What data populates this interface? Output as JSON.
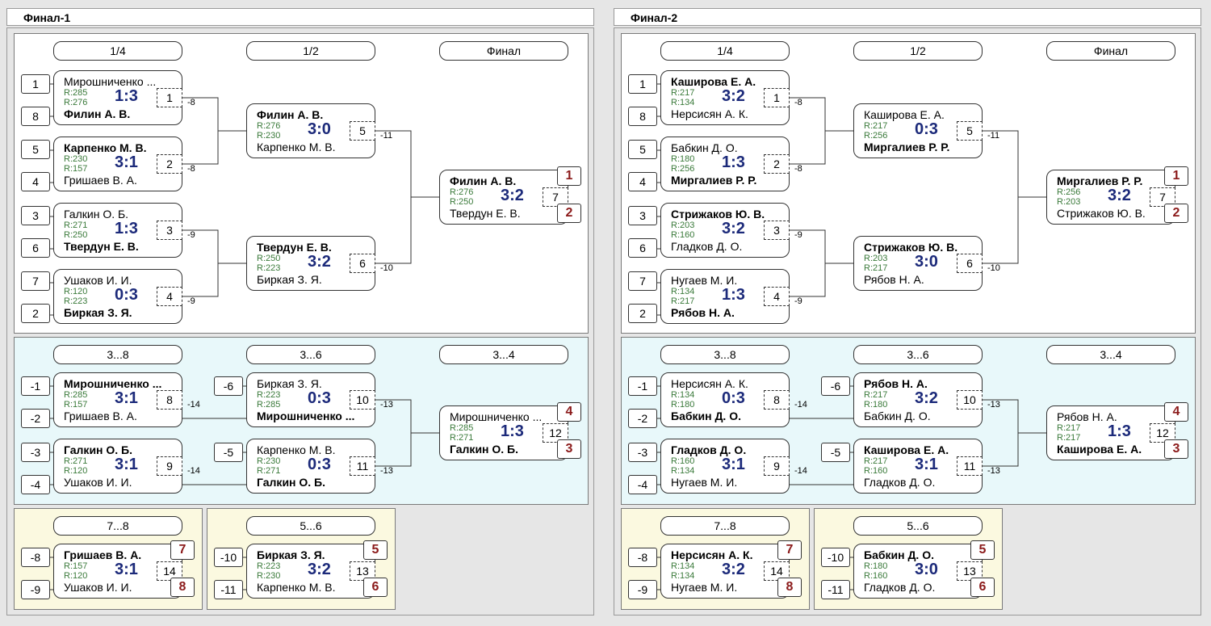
{
  "panels": [
    {
      "title": "Финал-1",
      "main": {
        "headers": [
          "1/4",
          "1/2",
          "Финал"
        ],
        "seeds": [
          "1",
          "8",
          "5",
          "4",
          "3",
          "6",
          "7",
          "2"
        ],
        "qf": [
          {
            "p1": "Мирошниченко ...",
            "p2": "Филин А. В.",
            "r1": "R:285",
            "r2": "R:276",
            "score": "1:3",
            "num": "1",
            "lbl": "-8",
            "win": 2
          },
          {
            "p1": "Карпенко М. В.",
            "p2": "Гришаев В. А.",
            "r1": "R:230",
            "r2": "R:157",
            "score": "3:1",
            "num": "2",
            "lbl": "-8",
            "win": 1
          },
          {
            "p1": "Галкин О. Б.",
            "p2": "Твердун Е. В.",
            "r1": "R:271",
            "r2": "R:250",
            "score": "1:3",
            "num": "3",
            "lbl": "-9",
            "win": 2
          },
          {
            "p1": "Ушаков И. И.",
            "p2": "Биркая З. Я.",
            "r1": "R:120",
            "r2": "R:223",
            "score": "0:3",
            "num": "4",
            "lbl": "-9",
            "win": 2
          }
        ],
        "sf": [
          {
            "p1": "Филин А. В.",
            "p2": "Карпенко М. В.",
            "r1": "R:276",
            "r2": "R:230",
            "score": "3:0",
            "num": "5",
            "lbl": "-11",
            "win": 1
          },
          {
            "p1": "Твердун Е. В.",
            "p2": "Биркая З. Я.",
            "r1": "R:250",
            "r2": "R:223",
            "score": "3:2",
            "num": "6",
            "lbl": "-10",
            "win": 1
          }
        ],
        "final": {
          "p1": "Филин А. В.",
          "p2": "Твердун Е. В.",
          "r1": "R:276",
          "r2": "R:250",
          "score": "3:2",
          "num": "7",
          "win": 1,
          "place1": "1",
          "place2": "2"
        }
      },
      "cons": {
        "headers": [
          "3...8",
          "3...6",
          "3...4"
        ],
        "seeds": [
          "-1",
          "-2",
          "-3",
          "-4"
        ],
        "seeds2": [
          "-6",
          "-5"
        ],
        "r1": [
          {
            "p1": "Мирошниченко ...",
            "p2": "Гришаев В. А.",
            "r1": "R:285",
            "r2": "R:157",
            "score": "3:1",
            "num": "8",
            "lbl": "-14",
            "win": 1
          },
          {
            "p1": "Галкин О. Б.",
            "p2": "Ушаков И. И.",
            "r1": "R:271",
            "r2": "R:120",
            "score": "3:1",
            "num": "9",
            "lbl": "-14",
            "win": 1
          }
        ],
        "r2": [
          {
            "p1": "Биркая З. Я.",
            "p2": "Мирошниченко ...",
            "r1": "R:223",
            "r2": "R:285",
            "score": "0:3",
            "num": "10",
            "lbl": "-13",
            "win": 2
          },
          {
            "p1": "Карпенко М. В.",
            "p2": "Галкин О. Б.",
            "r1": "R:230",
            "r2": "R:271",
            "score": "0:3",
            "num": "11",
            "lbl": "-13",
            "win": 2
          }
        ],
        "final": {
          "p1": "Мирошниченко ...",
          "p2": "Галкин О. Б.",
          "r1": "R:285",
          "r2": "R:271",
          "score": "1:3",
          "num": "12",
          "win": 2,
          "place1": "4",
          "place2": "3"
        }
      },
      "m78": {
        "header": "7...8",
        "seed1": "-8",
        "seed2": "-9",
        "p1": "Гришаев В. А.",
        "p2": "Ушаков И. И.",
        "r1": "R:157",
        "r2": "R:120",
        "score": "3:1",
        "num": "14",
        "win": 1,
        "place1": "7",
        "place2": "8"
      },
      "m56": {
        "header": "5...6",
        "seed1": "-10",
        "seed2": "-11",
        "p1": "Биркая З. Я.",
        "p2": "Карпенко М. В.",
        "r1": "R:223",
        "r2": "R:230",
        "score": "3:2",
        "num": "13",
        "win": 1,
        "place1": "5",
        "place2": "6"
      }
    },
    {
      "title": "Финал-2",
      "main": {
        "headers": [
          "1/4",
          "1/2",
          "Финал"
        ],
        "seeds": [
          "1",
          "8",
          "5",
          "4",
          "3",
          "6",
          "7",
          "2"
        ],
        "qf": [
          {
            "p1": "Каширова Е. А.",
            "p2": "Нерсисян А. К.",
            "r1": "R:217",
            "r2": "R:134",
            "score": "3:2",
            "num": "1",
            "lbl": "-8",
            "win": 1
          },
          {
            "p1": "Бабкин Д. О.",
            "p2": "Миргалиев Р. Р.",
            "r1": "R:180",
            "r2": "R:256",
            "score": "1:3",
            "num": "2",
            "lbl": "-8",
            "win": 2
          },
          {
            "p1": "Стрижаков Ю. В.",
            "p2": "Гладков Д. О.",
            "r1": "R:203",
            "r2": "R:160",
            "score": "3:2",
            "num": "3",
            "lbl": "-9",
            "win": 1
          },
          {
            "p1": "Нугаев М. И.",
            "p2": "Рябов Н. А.",
            "r1": "R:134",
            "r2": "R:217",
            "score": "1:3",
            "num": "4",
            "lbl": "-9",
            "win": 2
          }
        ],
        "sf": [
          {
            "p1": "Каширова Е. А.",
            "p2": "Миргалиев Р. Р.",
            "r1": "R:217",
            "r2": "R:256",
            "score": "0:3",
            "num": "5",
            "lbl": "-11",
            "win": 2
          },
          {
            "p1": "Стрижаков Ю. В.",
            "p2": "Рябов Н. А.",
            "r1": "R:203",
            "r2": "R:217",
            "score": "3:0",
            "num": "6",
            "lbl": "-10",
            "win": 1
          }
        ],
        "final": {
          "p1": "Миргалиев Р. Р.",
          "p2": "Стрижаков Ю. В.",
          "r1": "R:256",
          "r2": "R:203",
          "score": "3:2",
          "num": "7",
          "win": 1,
          "place1": "1",
          "place2": "2"
        }
      },
      "cons": {
        "headers": [
          "3...8",
          "3...6",
          "3...4"
        ],
        "seeds": [
          "-1",
          "-2",
          "-3",
          "-4"
        ],
        "seeds2": [
          "-6",
          "-5"
        ],
        "r1": [
          {
            "p1": "Нерсисян А. К.",
            "p2": "Бабкин Д. О.",
            "r1": "R:134",
            "r2": "R:180",
            "score": "0:3",
            "num": "8",
            "lbl": "-14",
            "win": 2
          },
          {
            "p1": "Гладков Д. О.",
            "p2": "Нугаев М. И.",
            "r1": "R:160",
            "r2": "R:134",
            "score": "3:1",
            "num": "9",
            "lbl": "-14",
            "win": 1
          }
        ],
        "r2": [
          {
            "p1": "Рябов Н. А.",
            "p2": "Бабкин Д. О.",
            "r1": "R:217",
            "r2": "R:180",
            "score": "3:2",
            "num": "10",
            "lbl": "-13",
            "win": 1
          },
          {
            "p1": "Каширова Е. А.",
            "p2": "Гладков Д. О.",
            "r1": "R:217",
            "r2": "R:160",
            "score": "3:1",
            "num": "11",
            "lbl": "-13",
            "win": 1
          }
        ],
        "final": {
          "p1": "Рябов Н. А.",
          "p2": "Каширова Е. А.",
          "r1": "R:217",
          "r2": "R:217",
          "score": "1:3",
          "num": "12",
          "win": 2,
          "place1": "4",
          "place2": "3"
        }
      },
      "m78": {
        "header": "7...8",
        "seed1": "-8",
        "seed2": "-9",
        "p1": "Нерсисян А. К.",
        "p2": "Нугаев М. И.",
        "r1": "R:134",
        "r2": "R:134",
        "score": "3:2",
        "num": "14",
        "win": 1,
        "place1": "7",
        "place2": "8"
      },
      "m56": {
        "header": "5...6",
        "seed1": "-10",
        "seed2": "-11",
        "p1": "Бабкин Д. О.",
        "p2": "Гладков Д. О.",
        "r1": "R:180",
        "r2": "R:160",
        "score": "3:0",
        "num": "13",
        "win": 1,
        "place1": "5",
        "place2": "6"
      }
    }
  ]
}
